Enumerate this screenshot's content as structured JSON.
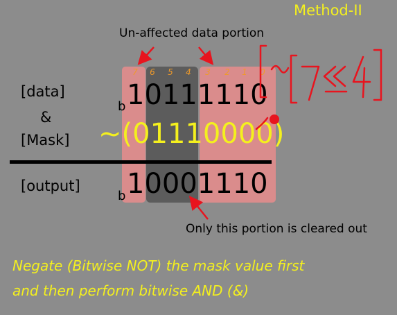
{
  "title": "Method-II",
  "annotations": {
    "unaffected": "Un-affected data portion",
    "cleared": "Only this portion is cleared out"
  },
  "labels": {
    "data": "[data]",
    "and": "&",
    "mask": "[Mask]",
    "output": "[output]"
  },
  "bit_indices": [
    "7",
    "6",
    "5",
    "4",
    "3",
    "2",
    "1",
    "0"
  ],
  "prefix": "b",
  "data_bits": "10111110",
  "mask_expression": "~(01110000)",
  "output_bits": "10001110",
  "handwritten_note": "~[7<<4]",
  "bottom_text": {
    "line1": "Negate (Bitwise NOT) the mask value first",
    "line2": "and then perform bitwise AND (&)"
  },
  "colors": {
    "background": "#8c8c8c",
    "highlight_yellow": "#f4f01e",
    "unaffected_pink": "#e88c8c",
    "cleared_dark": "#5c5c5c",
    "arrow_red": "#e8141e",
    "index_orange": "#ef9a2a"
  }
}
